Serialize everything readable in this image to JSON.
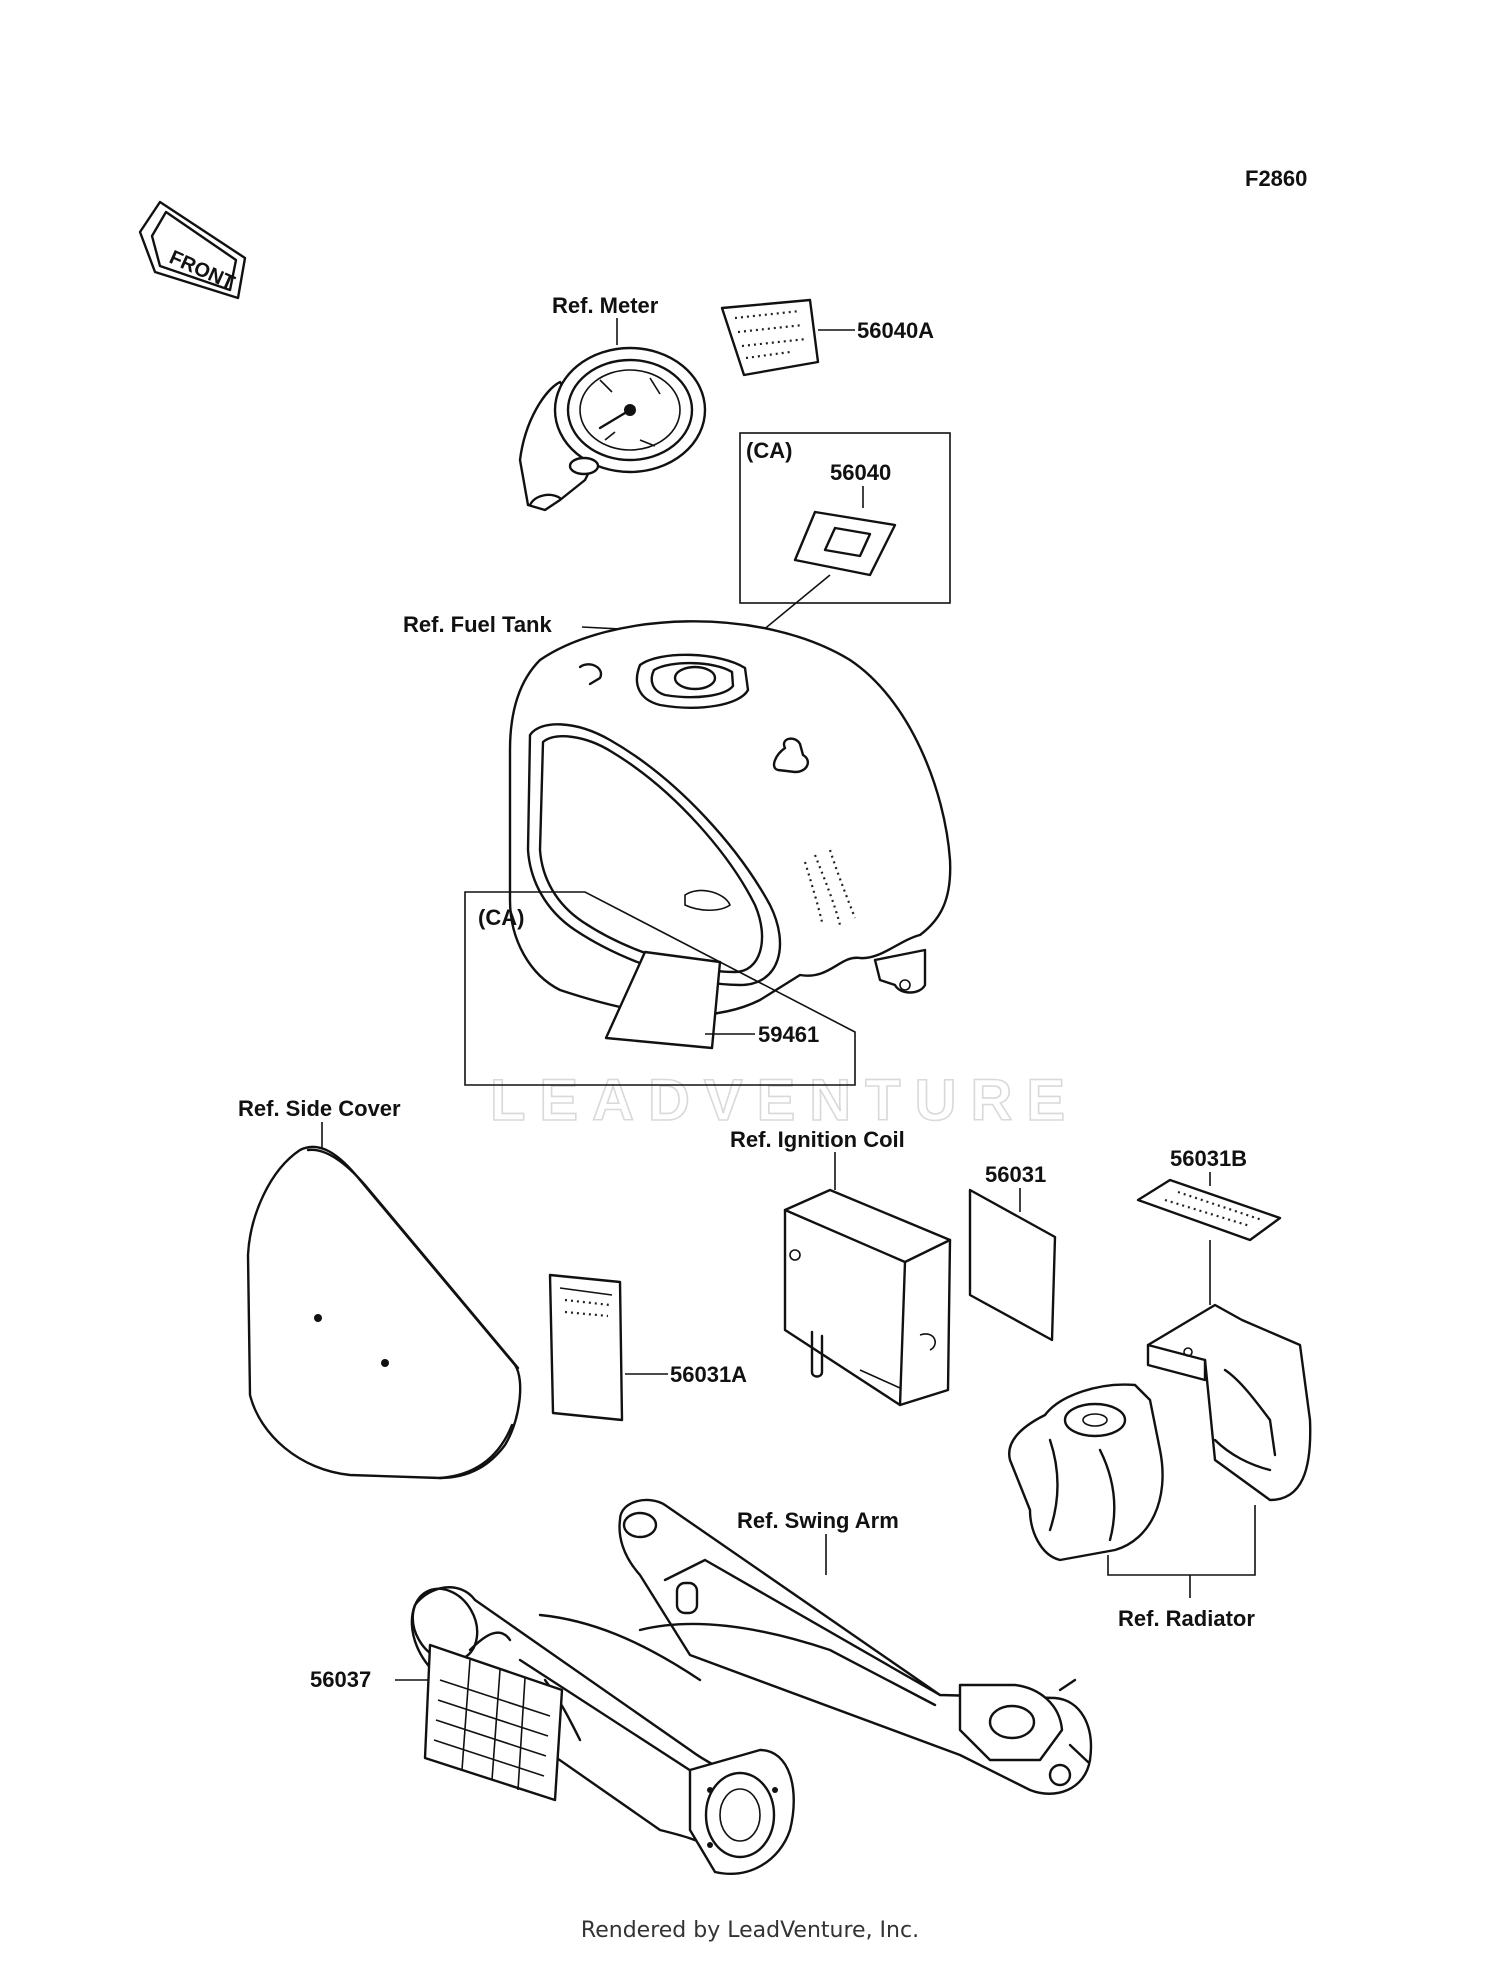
{
  "diagram_id": "F2860",
  "front_label": "FRONT",
  "watermark": "LEADVENTURE",
  "footer": "Rendered by LeadVenture, Inc.",
  "labels": {
    "ref_meter": "Ref. Meter",
    "part_56040A": "56040A",
    "ca_top": "(CA)",
    "part_56040": "56040",
    "ref_fuel_tank": "Ref. Fuel Tank",
    "ca_bottom": "(CA)",
    "part_59461": "59461",
    "ref_side_cover": "Ref. Side Cover",
    "ref_ignition_coil": "Ref. Ignition Coil",
    "part_56031": "56031",
    "part_56031B": "56031B",
    "part_56031A": "56031A",
    "ref_swing_arm": "Ref. Swing Arm",
    "ref_radiator": "Ref. Radiator",
    "part_56037": "56037"
  }
}
